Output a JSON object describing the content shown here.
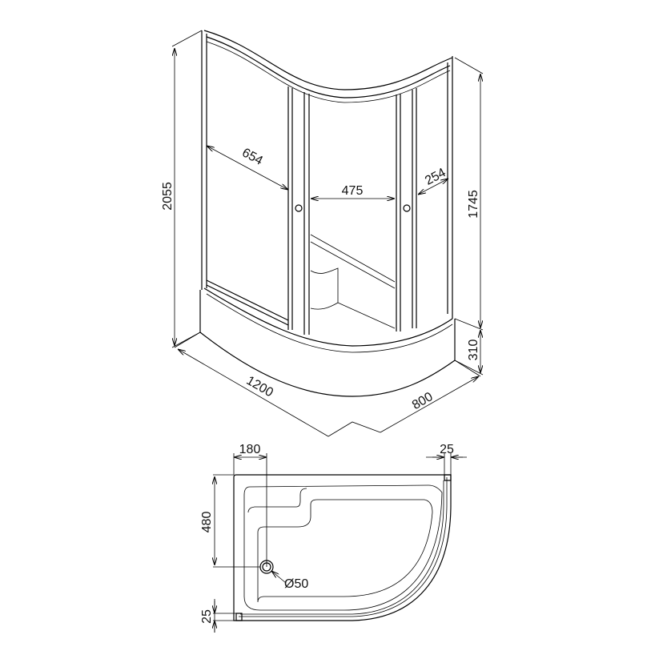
{
  "title": "Shower cabin dimension drawing",
  "colors": {
    "line": "#000000",
    "background": "#ffffff"
  },
  "isometric_view": {
    "total_height": "2055",
    "glass_height": "1745",
    "tray_height": "310",
    "width": "1200",
    "depth": "800",
    "fixed_panel_width": "654",
    "door_opening": "475",
    "side_panel_width": "254"
  },
  "plan_view": {
    "drain_offset_x": "180",
    "drain_offset_y": "480",
    "profile_top": "25",
    "profile_left": "25",
    "drain_diameter": "Ø50"
  }
}
